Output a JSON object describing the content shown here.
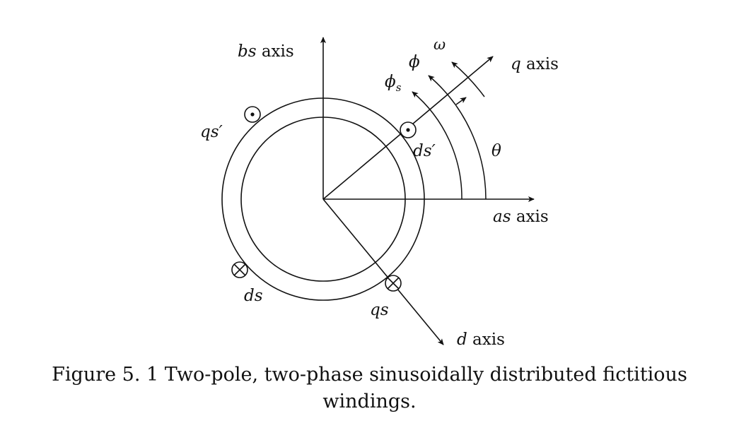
{
  "diagram": {
    "axes": {
      "bs": {
        "var": "bs",
        "word": " axis"
      },
      "q": {
        "var": "q",
        "word": " axis"
      },
      "as": {
        "var": "as",
        "word": " axis"
      },
      "d": {
        "var": "d",
        "word": " axis"
      }
    },
    "windings": {
      "qs_prime": "qs′",
      "ds_prime": "ds′",
      "ds": "ds",
      "qs": "qs"
    },
    "symbols": {
      "omega": "ω",
      "phi": "ϕ",
      "phi_s": "ϕ",
      "phi_s_sub": "s",
      "theta": "θ"
    }
  },
  "caption": {
    "line1": "Figure 5. 1 Two-pole, two-phase sinusoidally distributed fictitious",
    "line2": "windings."
  }
}
